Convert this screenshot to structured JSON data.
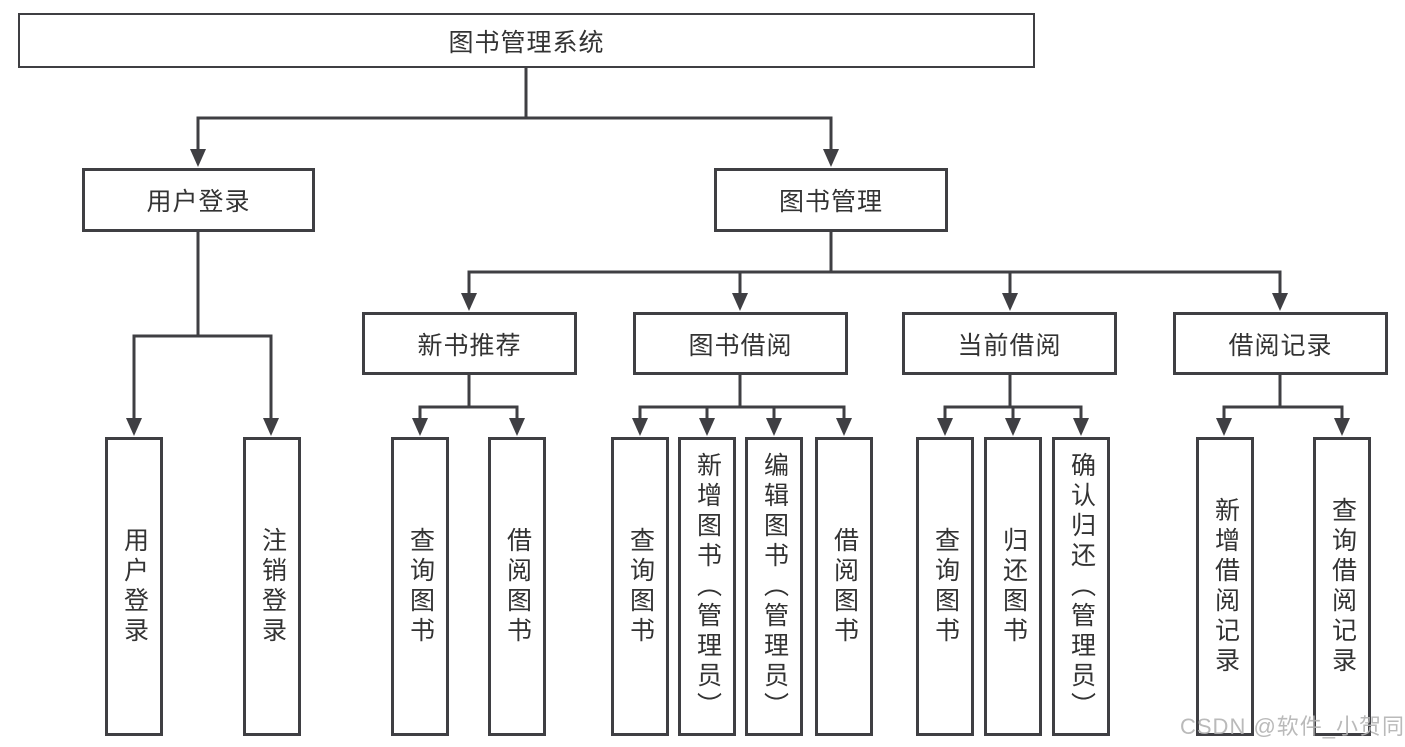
{
  "tree": {
    "root": {
      "label": "图书管理系统"
    },
    "user_login": {
      "label": "用户登录",
      "children": [
        "用户登录",
        "注销登录"
      ]
    },
    "book_mgmt": {
      "label": "图书管理",
      "branches": [
        {
          "label": "新书推荐",
          "children": [
            "查询图书",
            "借阅图书"
          ]
        },
        {
          "label": "图书借阅",
          "children": [
            "查询图书",
            "新增图书（管理员）",
            "编辑图书（管理员）",
            "借阅图书"
          ]
        },
        {
          "label": "当前借阅",
          "children": [
            "查询图书",
            "归还图书",
            "确认归还（管理员）"
          ]
        },
        {
          "label": "借阅记录",
          "children": [
            "新增借阅记录",
            "查询借阅记录"
          ]
        }
      ]
    }
  },
  "watermark": {
    "text": "CSDN @软件_小贺同学"
  },
  "colors": {
    "line": "#3f3f43",
    "text": "#333333",
    "watermark": "#b3b3b3",
    "background": "#ffffff"
  }
}
